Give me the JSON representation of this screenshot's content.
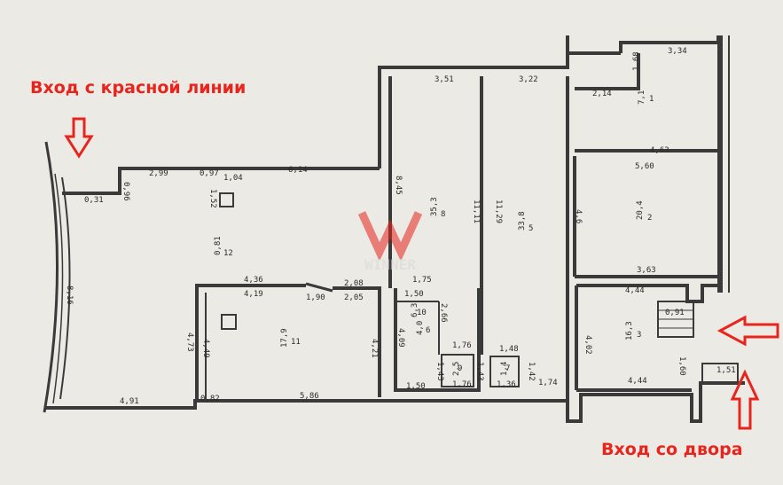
{
  "captions": {
    "entrance_street": "Вход с красной линии",
    "entrance_yard": "Вход со двора"
  },
  "watermark": "WINNER",
  "colors": {
    "accent_red": "#e8241d",
    "wall": "#3a3a3a",
    "paper": "#eceae5"
  },
  "dims": {
    "d_3_51": "3,51",
    "d_3_22": "3,22",
    "d_3_34": "3,34",
    "d_1_68": "1,68",
    "d_2_14": "2,14",
    "d_4_63": "4,63",
    "d_5_60": "5,60",
    "d_3_63": "3,63",
    "d_4_44a": "4,44",
    "d_4_44b": "4,44",
    "d_4_02": "4,02",
    "d_0_91": "0,91",
    "d_1_60": "1,60",
    "d_1_51": "1,51",
    "d_0_96": "0,96",
    "d_2_99": "2,99",
    "d_0_97": "0,97",
    "d_1_04": "1,04",
    "d_1_52": "1,52",
    "d_6_14": "6,14",
    "d_0_31": "0,31",
    "d_8_45": "8,45",
    "d_11_11": "11,11",
    "d_11_29": "11,29",
    "d_4_36": "4,36",
    "d_4_19": "4,19",
    "d_1_90": "1,90",
    "d_2_08": "2,08",
    "d_2_05": "2,05",
    "d_1_75": "1,75",
    "d_1_50a": "1,50",
    "d_2_66": "2,66",
    "d_4_09": "4,09",
    "d_1_76a": "1,76",
    "d_1_48": "1,48",
    "d_1_76b": "1,76",
    "d_1_43a": "1,43",
    "d_1_43b": "1,43",
    "d_1_36": "1,36",
    "d_1_42": "1,42",
    "d_1_74": "1,74",
    "d_1_50b": "1,50",
    "d_4_73": "4,73",
    "d_4_49": "4,49",
    "d_4_21": "4,21",
    "d_4_91": "4,91",
    "d_0_82": "0,82",
    "d_5_86": "5,86",
    "d_8_16": "8,16",
    "d_4_6": "4,6"
  },
  "rooms": {
    "r1_num": "1",
    "r1_area": "7,1",
    "r2_num": "2",
    "r2_area": "20,4",
    "r3_num": "3",
    "r3_area": "16,3",
    "r5_num": "5",
    "r5_area": "33,8",
    "r6_num": "6",
    "r6_area": "4,0",
    "r7_num": "7",
    "r7_area": "1,4",
    "r8_num": "8",
    "r8_area": "35,3",
    "r9_num": "9",
    "r9_area": "2,5",
    "r10_num": "10",
    "r10_area": "6,3",
    "r11_num": "11",
    "r11_area": "17,9",
    "r12_num": "12",
    "r12_area": "0,81"
  }
}
